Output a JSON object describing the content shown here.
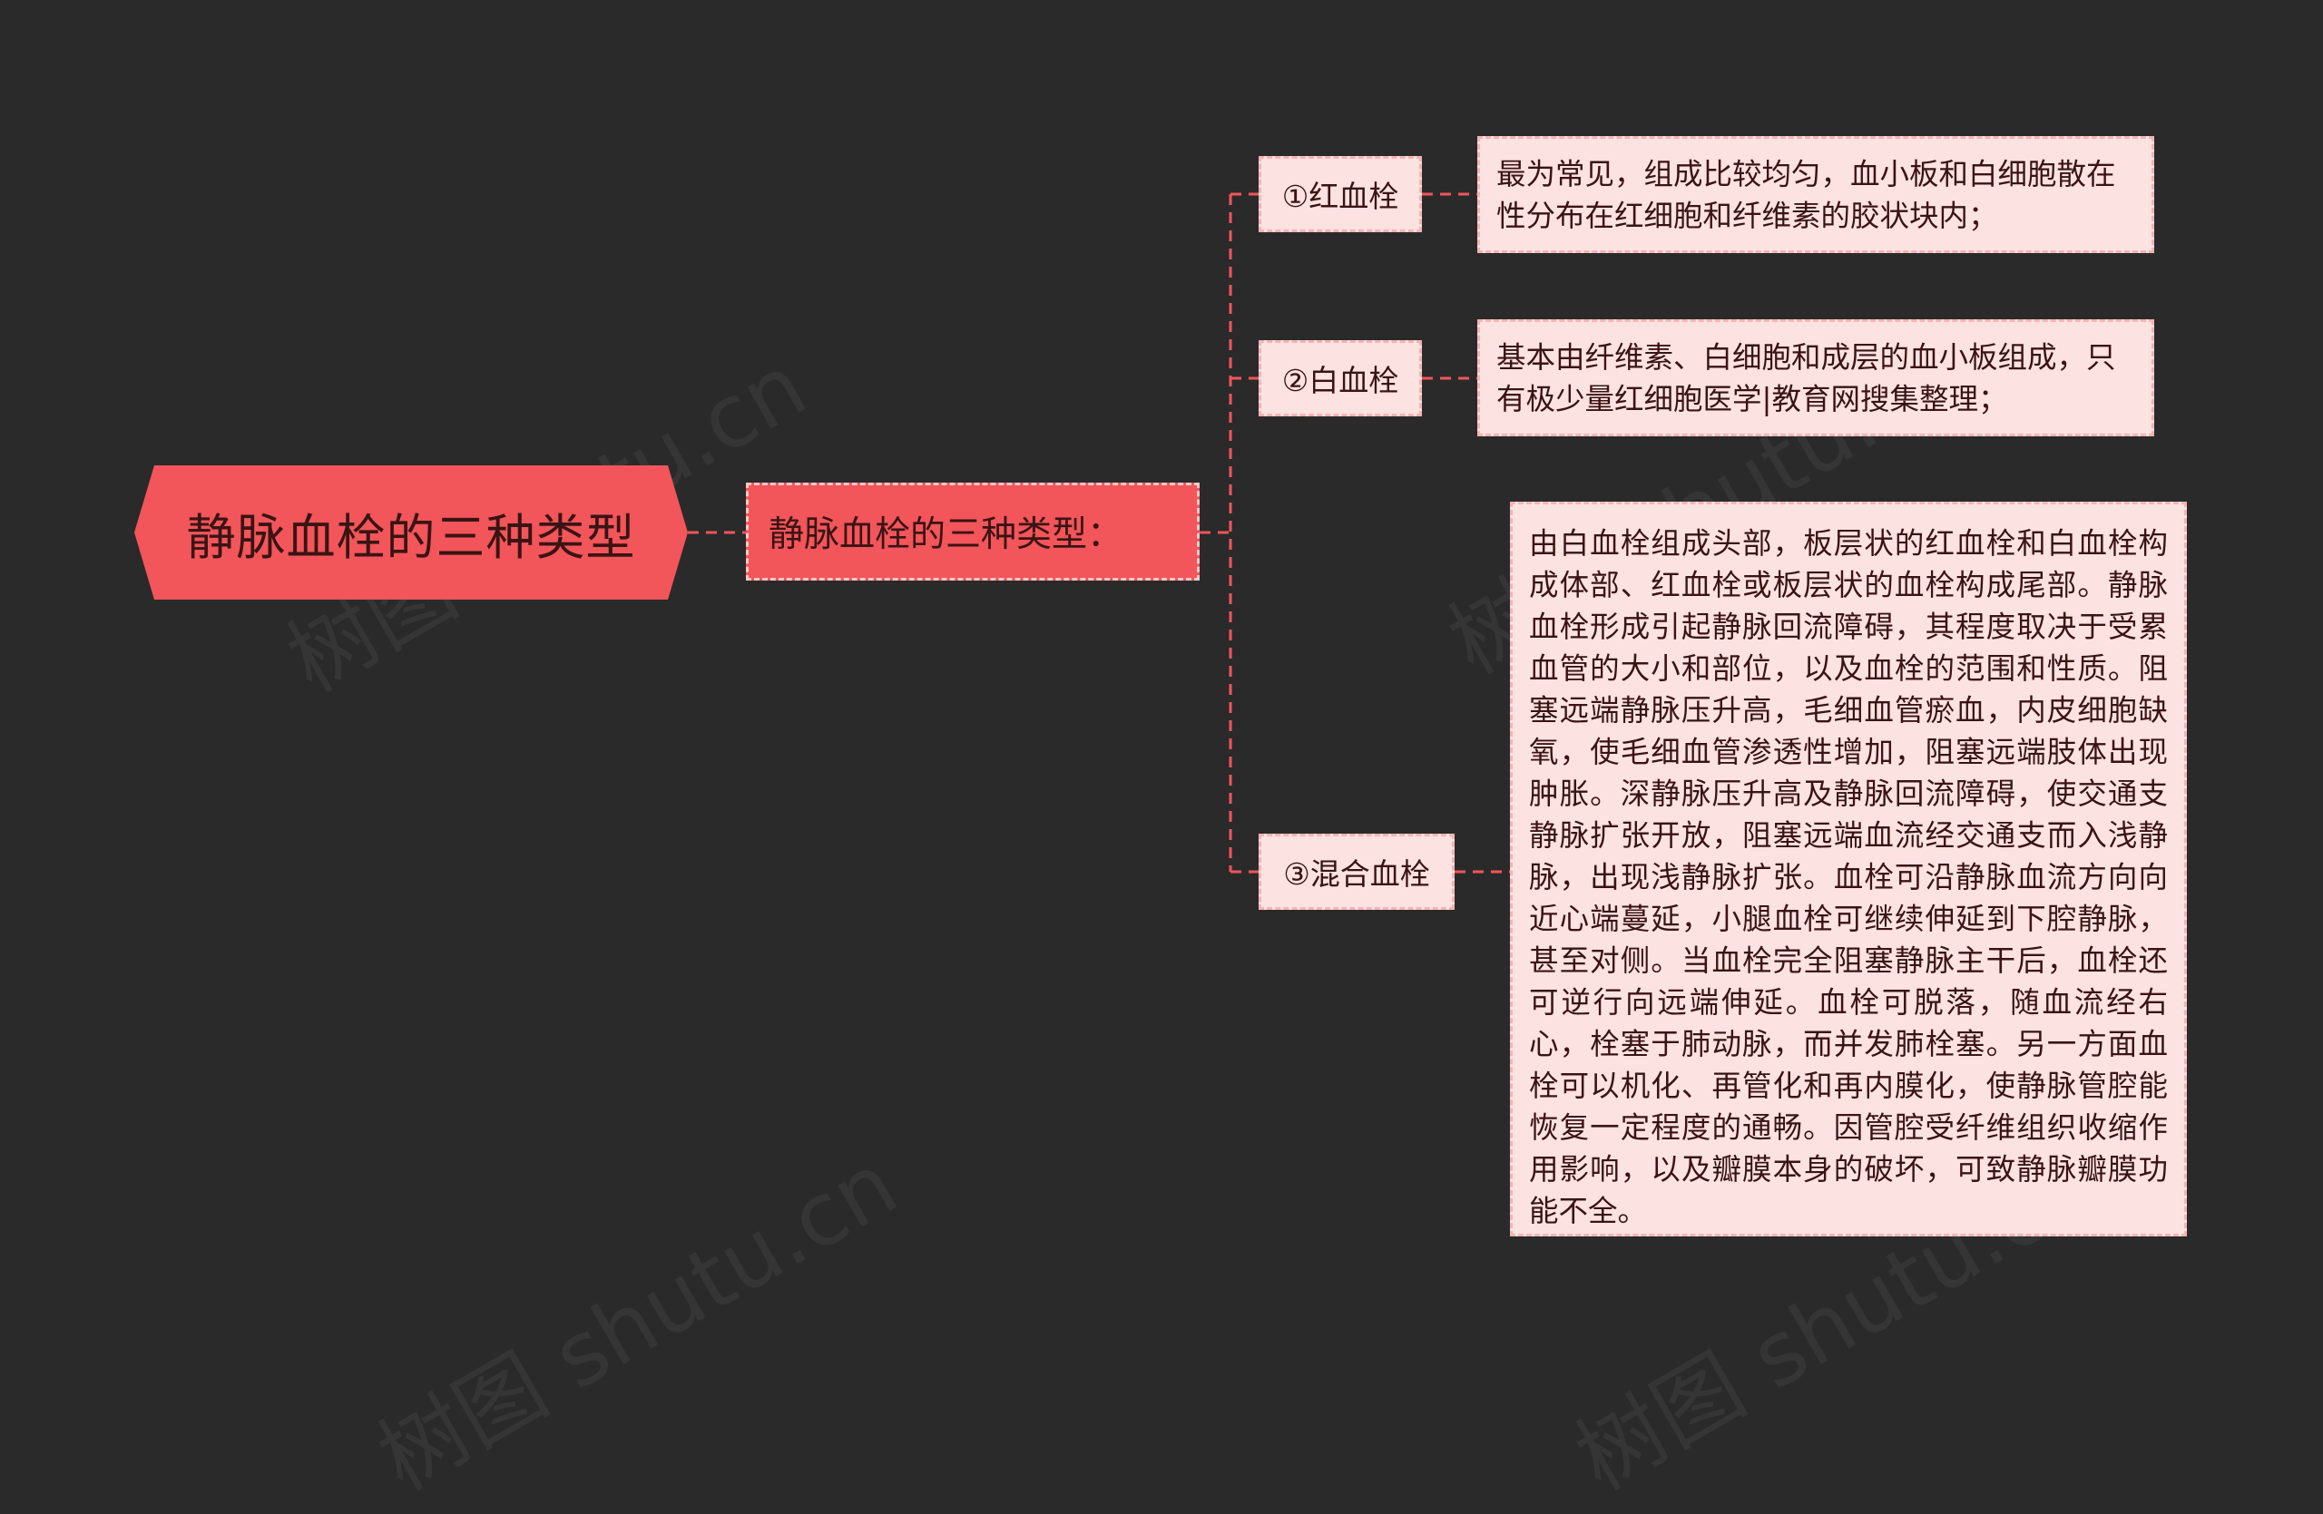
{
  "root": {
    "label": "静脉血栓的三种类型"
  },
  "subtopic": {
    "label": "静脉血栓的三种类型："
  },
  "branches": [
    {
      "label": "①红血栓",
      "detail": "最为常见，组成比较均匀，血小板和白细胞散在性分布在红细胞和纤维素的胶状块内；"
    },
    {
      "label": "②白血栓",
      "detail": "基本由纤维素、白细胞和成层的血小板组成，只有极少量红细胞医学|教育网搜集整理；"
    },
    {
      "label": "③混合血栓",
      "detail": "由白血栓组成头部，板层状的红血栓和白血栓构成体部、红血栓或板层状的血栓构成尾部。静脉血栓形成引起静脉回流障碍，其程度取决于受累血管的大小和部位，以及血栓的范围和性质。阻塞远端静脉压升高，毛细血管瘀血，内皮细胞缺氧，使毛细血管渗透性增加，阻塞远端肢体出现肿胀。深静脉压升高及静脉回流障碍，使交通支静脉扩张开放，阻塞远端血流经交通支而入浅静脉，出现浅静脉扩张。血栓可沿静脉血流方向向近心端蔓延，小腿血栓可继续伸延到下腔静脉，甚至对侧。当血栓完全阻塞静脉主干后，血栓还可逆行向远端伸延。血栓可脱落，随血流经右心，栓塞于肺动脉，而并发肺栓塞。另一方面血栓可以机化、再管化和再内膜化，使静脉管腔能恢复一定程度的通畅。因管腔受纤维组织收缩作用影响，以及瓣膜本身的破坏，可致静脉瓣膜功能不全。"
    }
  ],
  "watermark": "树图 shutu.cn",
  "colors": {
    "background": "#2a2a2a",
    "accent": "#f2555a",
    "leaf_fill": "#fde2e2",
    "connector": "#f2555a"
  }
}
